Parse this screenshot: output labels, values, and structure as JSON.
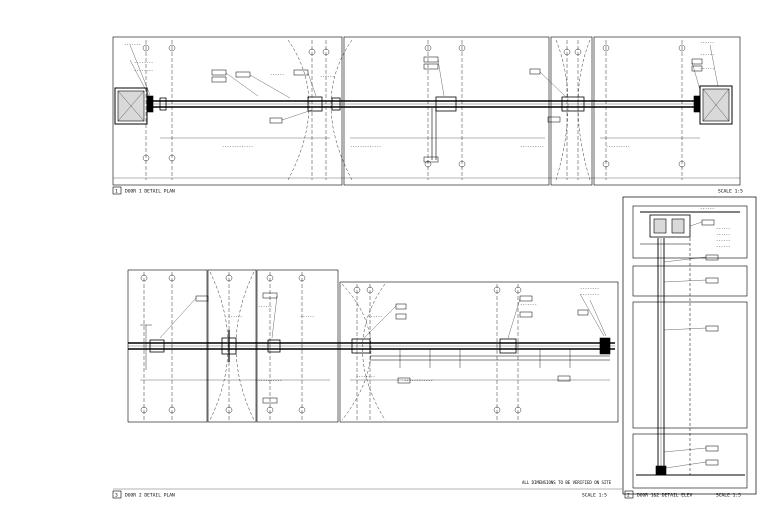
{
  "drawings": {
    "door1_plan": {
      "number": "1",
      "title": "DOOR 1 DETAIL PLAN",
      "scale": "SCALE 1:5"
    },
    "door2_plan": {
      "number": "3",
      "title": "DOOR 2 DETAIL PLAN",
      "scale": "SCALE 1:5"
    },
    "door_elev": {
      "number": "2",
      "title": "DOOR 1&2 DETAIL ELEV",
      "scale": "SCALE 1:5"
    }
  },
  "notes": {
    "door2_general": "ALL DIMENSIONS TO BE VERIFIED ON SITE"
  }
}
